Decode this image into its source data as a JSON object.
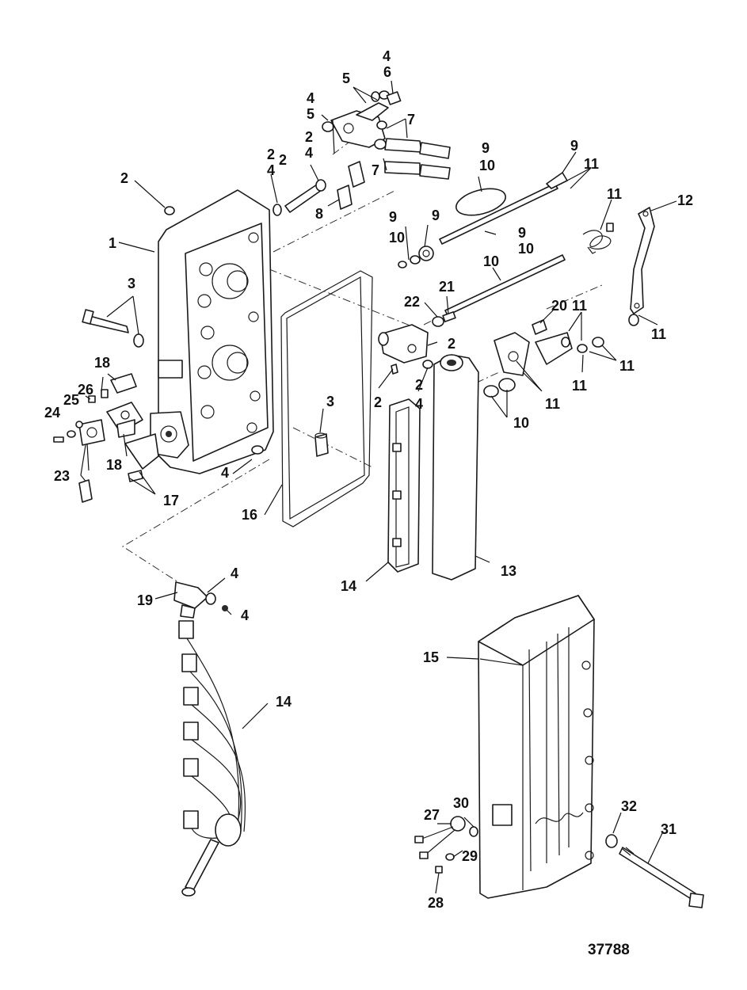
{
  "callouts": [
    {
      "id": "c01",
      "label": "4"
    },
    {
      "id": "c02",
      "label": "6"
    },
    {
      "id": "c03",
      "label": "5"
    },
    {
      "id": "c04",
      "label": "4"
    },
    {
      "id": "c05",
      "label": "5"
    },
    {
      "id": "c06",
      "label": "7"
    },
    {
      "id": "c07",
      "label": "2"
    },
    {
      "id": "c08",
      "label": "4"
    },
    {
      "id": "c09",
      "label": "2"
    },
    {
      "id": "c10",
      "label": "4"
    },
    {
      "id": "c11",
      "label": "2"
    },
    {
      "id": "c12",
      "label": "7"
    },
    {
      "id": "c13",
      "label": "8"
    },
    {
      "id": "c14",
      "label": "9"
    },
    {
      "id": "c15",
      "label": "9"
    },
    {
      "id": "c16",
      "label": "10"
    },
    {
      "id": "c17",
      "label": "11"
    },
    {
      "id": "c18",
      "label": "2"
    },
    {
      "id": "c19",
      "label": "1"
    },
    {
      "id": "c20",
      "label": "11"
    },
    {
      "id": "c21",
      "label": "12"
    },
    {
      "id": "c22",
      "label": "9"
    },
    {
      "id": "c23",
      "label": "9"
    },
    {
      "id": "c24",
      "label": "9"
    },
    {
      "id": "c25",
      "label": "10"
    },
    {
      "id": "c26",
      "label": "10"
    },
    {
      "id": "c27",
      "label": "3"
    },
    {
      "id": "c28",
      "label": "10"
    },
    {
      "id": "c29",
      "label": "21"
    },
    {
      "id": "c30",
      "label": "22"
    },
    {
      "id": "c31",
      "label": "20"
    },
    {
      "id": "c32",
      "label": "11"
    },
    {
      "id": "c33",
      "label": "11"
    },
    {
      "id": "c34",
      "label": "2"
    },
    {
      "id": "c35",
      "label": "11"
    },
    {
      "id": "c36",
      "label": "18"
    },
    {
      "id": "c37",
      "label": "26"
    },
    {
      "id": "c38",
      "label": "25"
    },
    {
      "id": "c39",
      "label": "24"
    },
    {
      "id": "c40",
      "label": "2"
    },
    {
      "id": "c41",
      "label": "2"
    },
    {
      "id": "c42",
      "label": "4"
    },
    {
      "id": "c43",
      "label": "11"
    },
    {
      "id": "c44",
      "label": "11"
    },
    {
      "id": "c45",
      "label": "3"
    },
    {
      "id": "c46",
      "label": "10"
    },
    {
      "id": "c47",
      "label": "18"
    },
    {
      "id": "c48",
      "label": "23"
    },
    {
      "id": "c49",
      "label": "4"
    },
    {
      "id": "c50",
      "label": "17"
    },
    {
      "id": "c51",
      "label": "16"
    },
    {
      "id": "c52",
      "label": "14"
    },
    {
      "id": "c53",
      "label": "13"
    },
    {
      "id": "c54",
      "label": "4"
    },
    {
      "id": "c55",
      "label": "19"
    },
    {
      "id": "c56",
      "label": "4"
    },
    {
      "id": "c57",
      "label": "15"
    },
    {
      "id": "c58",
      "label": "14"
    },
    {
      "id": "c59",
      "label": "30"
    },
    {
      "id": "c60",
      "label": "32"
    },
    {
      "id": "c61",
      "label": "27"
    },
    {
      "id": "c62",
      "label": "31"
    },
    {
      "id": "c63",
      "label": "29"
    },
    {
      "id": "c64",
      "label": "28"
    }
  ],
  "figure_number": "37788"
}
